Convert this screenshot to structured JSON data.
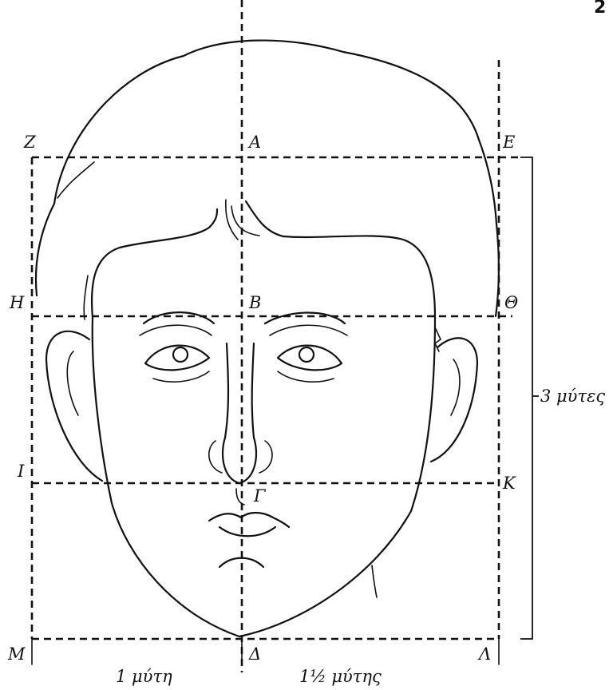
{
  "page_number": "2",
  "points": {
    "A": "A",
    "B": "B",
    "G": "Γ",
    "D": "Δ",
    "E": "E",
    "Z": "Z",
    "H": "H",
    "TH": "Θ",
    "I": "I",
    "K": "K",
    "L": "Λ",
    "M": "M"
  },
  "measures": {
    "height": "3 μύτες",
    "left_width": "1 μύτη",
    "right_width": "1½ μύτης"
  }
}
